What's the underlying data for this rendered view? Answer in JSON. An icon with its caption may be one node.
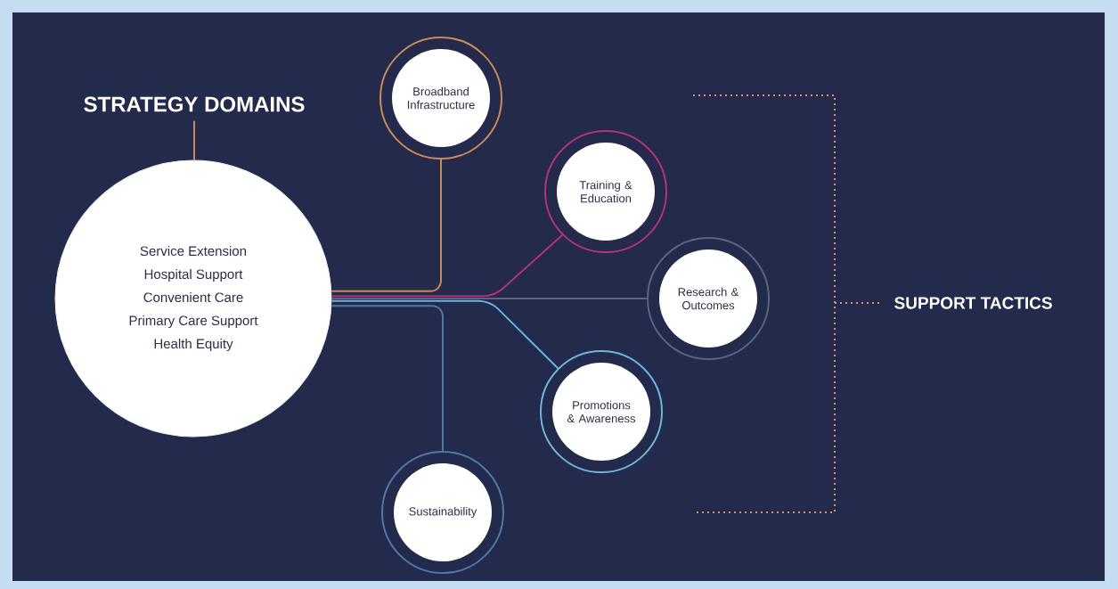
{
  "diagram": {
    "nodes": [
      {
        "text": [
          "STRATEGY DOMAINS"
        ]
      },
      {
        "text": [
          "Service Extension",
          "Hospital Support",
          "Convenient Care",
          "Primary Care Support",
          "Health Equity"
        ]
      },
      {
        "text": [
          "Broadband Infrastructure"
        ]
      },
      {
        "text": [
          "Training & Education"
        ]
      },
      {
        "text": [
          "Research & Outcomes"
        ]
      },
      {
        "text": [
          "Promotions & Awareness"
        ]
      },
      {
        "text": [
          "Sustainability"
        ]
      }
    ],
    "edges": [
      {
        "from": 0,
        "to": 1,
        "arrow": "none",
        "color": "#c98a5a"
      },
      {
        "from": 1,
        "to": 2,
        "arrow": "none",
        "color": "#c98a5a"
      },
      {
        "from": 1,
        "to": 3,
        "arrow": "none",
        "color": "#b0337a"
      },
      {
        "from": 1,
        "to": 4,
        "arrow": "none",
        "color": "#5d6285"
      },
      {
        "from": 1,
        "to": 5,
        "arrow": "none",
        "color": "#6fb3da"
      },
      {
        "from": 1,
        "to": 6,
        "arrow": "none",
        "color": "#4f78a8"
      }
    ],
    "labels": [
      "SUPPORT TACTICS"
    ]
  }
}
